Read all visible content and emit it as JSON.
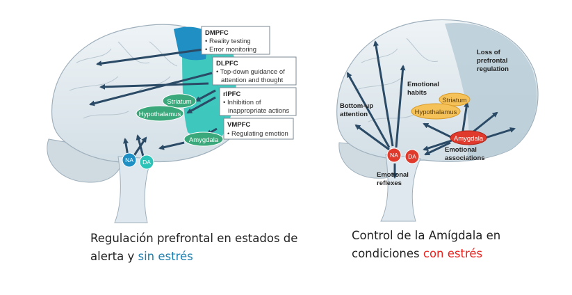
{
  "left_panel": {
    "boxes": {
      "dmpfc": {
        "title": "DMPFC",
        "lines": [
          "• Reality testing",
          "• Error monitoring"
        ]
      },
      "dlpfc": {
        "title": "DLPFC",
        "lines": [
          "• Top-down guidance of",
          "attention and thought"
        ]
      },
      "rlpfc": {
        "title": "rIPFC",
        "lines": [
          "• Inhibition of",
          "inappropriate actions"
        ]
      },
      "vmpfc": {
        "title": "VMPFC",
        "lines": [
          "• Regulating emotion"
        ]
      }
    },
    "regions": {
      "striatum": "Striatum",
      "hypothalamus": "Hypothalamus",
      "amygdala": "Amygdala",
      "na": "NA",
      "da": "DA"
    },
    "caption": {
      "line1": "Regulación prefrontal en estados de",
      "line2_prefix": "alerta y ",
      "line2_highlight": "sin estrés"
    }
  },
  "right_panel": {
    "labels": {
      "loss_pfc": [
        "Loss of",
        "prefrontal",
        "regulation"
      ],
      "emotional_habits": [
        "Emotional",
        "habits"
      ],
      "bottom_up": [
        "Bottom-up",
        "attention"
      ],
      "emotional_associations": [
        "Emotional",
        "associations"
      ],
      "emotional_reflexes": [
        "Emotional",
        "reflexes"
      ]
    },
    "regions": {
      "striatum": "Striatum",
      "hypothalamus": "Hypothalamus",
      "amygdala": "Amygdala",
      "na": "NA",
      "da": "DA"
    },
    "caption": {
      "line1": "Control de la Amígdala en",
      "line2_prefix": "condiciones ",
      "line2_highlight": "con estrés"
    }
  },
  "colors": {
    "brain_fill": "#dfe8ee",
    "pfc_teal": "#2cc4b8",
    "pfc_blue": "#1f8fc4",
    "region_green": "#3aa87a",
    "stress_red": "#e03a2c",
    "stress_orange": "#f5c25a",
    "arrow": "#2b4a66",
    "highlight_blue": "#1a7fb0",
    "highlight_red": "#e8231f"
  }
}
